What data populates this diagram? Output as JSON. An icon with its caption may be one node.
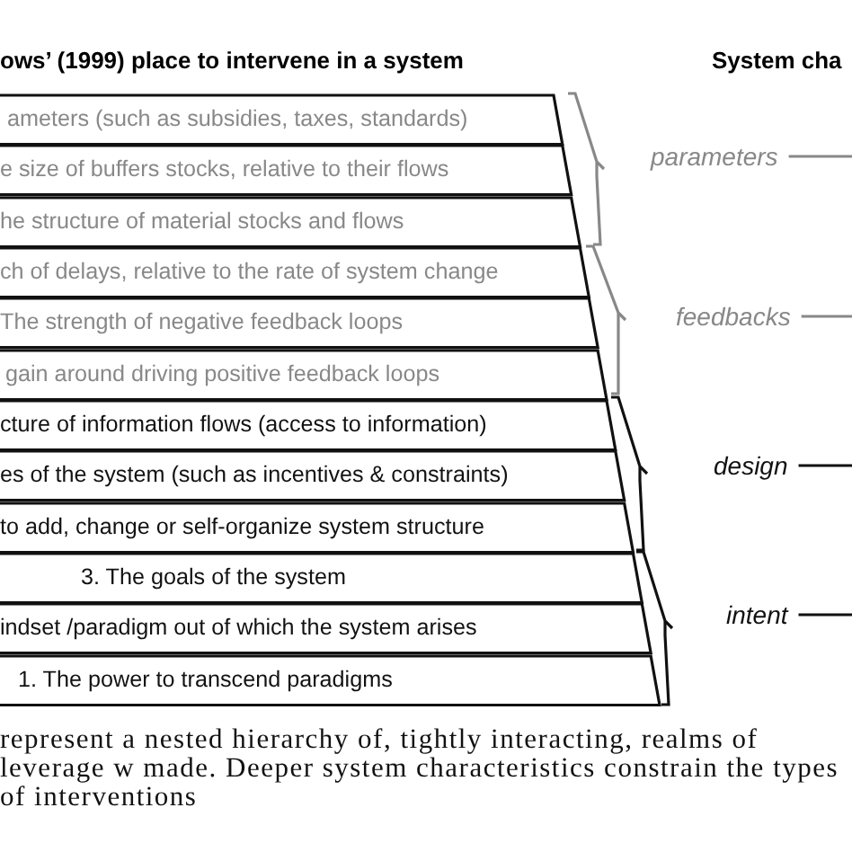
{
  "diagram": {
    "title": "ows’ (1999) place to intervene in a system",
    "caption": "represent a nested hierarchy of, tightly interacting, realms of leverage w made. Deeper system characteristics constrain the types of interventions",
    "nodes": [
      {
        "text": [
          "ameters (such as subsidies, taxes, standards)"
        ]
      },
      {
        "text": [
          "e size of buffers stocks, relative to their flows"
        ]
      },
      {
        "text": [
          "he structure of material stocks and flows"
        ]
      },
      {
        "text": [
          "ch of delays, relative to the rate of system change"
        ]
      },
      {
        "text": [
          "The strength of negative feedback loops"
        ]
      },
      {
        "text": [
          "gain around driving positive feedback loops"
        ]
      },
      {
        "text": [
          "cture of information flows (access to information)"
        ]
      },
      {
        "text": [
          "es of the system (such as incentives & constraints)"
        ]
      },
      {
        "text": [
          "to add, change or self-organize system structure"
        ]
      },
      {
        "text": [
          "3. The goals of the system"
        ]
      },
      {
        "text": [
          "indset /paradigm out of which the system arises"
        ]
      },
      {
        "text": [
          "1. The power to transcend paradigms"
        ]
      },
      {
        "text": [
          "parameters"
        ]
      },
      {
        "text": [
          "feedbacks"
        ]
      },
      {
        "text": [
          "design"
        ]
      },
      {
        "text": [
          "intent"
        ]
      }
    ],
    "edges": [
      {
        "from": 12,
        "to": null,
        "arrow": "none",
        "color": "#888888"
      },
      {
        "from": 13,
        "to": null,
        "arrow": "none",
        "color": "#888888"
      },
      {
        "from": 14,
        "to": null,
        "arrow": "none",
        "color": "#111111"
      },
      {
        "from": 15,
        "to": null,
        "arrow": "none",
        "color": "#111111"
      }
    ],
    "labels": [
      "System cha"
    ]
  }
}
